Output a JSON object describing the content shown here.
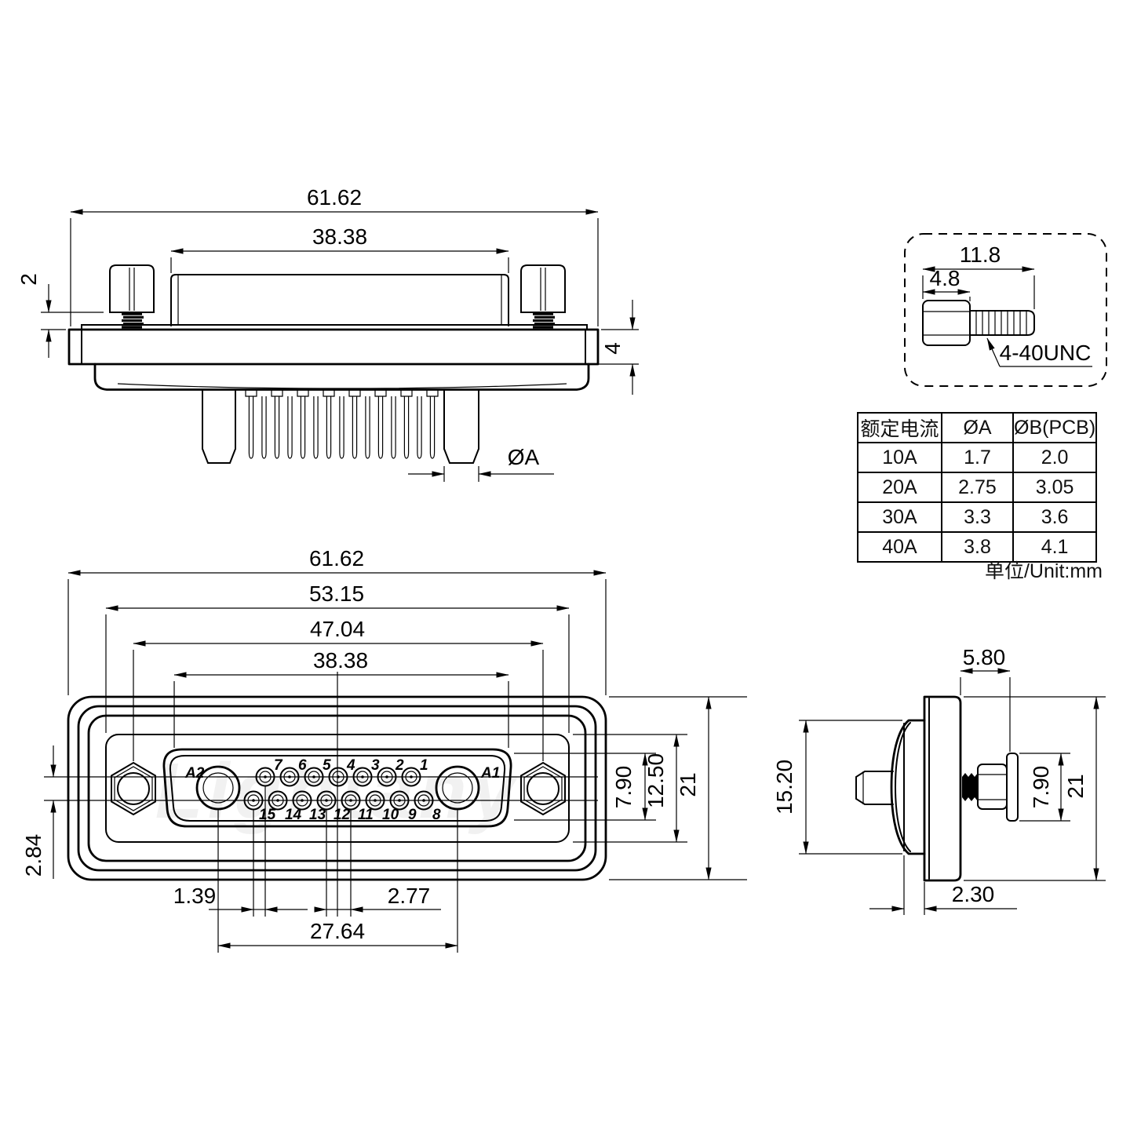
{
  "drawing": {
    "watermark": "Lightany",
    "unit_note": "单位/Unit:mm",
    "top_view": {
      "dim_overall_width": "61.62",
      "dim_insert_width": "38.38",
      "dim_screw_standoff": "2",
      "dim_flange_thickness": "4",
      "dim_pin_diameter": "ØA"
    },
    "screw_detail": {
      "dim_length_overall": "11.8",
      "dim_head_length": "4.8",
      "thread_spec": "4-40UNC"
    },
    "spec_table": {
      "headers": [
        "额定电流",
        "ØA",
        "ØB(PCB)"
      ],
      "rows": [
        [
          "10A",
          "1.7",
          "2.0"
        ],
        [
          "20A",
          "2.75",
          "3.05"
        ],
        [
          "30A",
          "3.3",
          "3.6"
        ],
        [
          "40A",
          "3.8",
          "4.1"
        ]
      ]
    },
    "front_view": {
      "dim_overall_width": "61.62",
      "dim_body_width": "53.15",
      "dim_mount_hole_span": "47.04",
      "dim_shell_width": "38.38",
      "dim_row_offset": "2.84",
      "dim_shell_height": "7.90",
      "dim_insert_height": "12.50",
      "dim_overall_height": "21",
      "dim_pin_stagger": "1.39",
      "dim_pin_pitch": "2.77",
      "dim_coax_span": "27.64",
      "coax_left_label": "A2",
      "coax_right_label": "A1",
      "pin_labels_top": [
        "7",
        "6",
        "5",
        "4",
        "3",
        "2",
        "1"
      ],
      "pin_labels_bottom": [
        "15",
        "14",
        "13",
        "12",
        "11",
        "10",
        "9",
        "8"
      ]
    },
    "side_view": {
      "dim_screw_protrusion": "5.80",
      "dim_shell_height": "15.20",
      "dim_screw_head_height": "7.90",
      "dim_flange_height": "21",
      "dim_shell_gap": "2.30"
    }
  }
}
